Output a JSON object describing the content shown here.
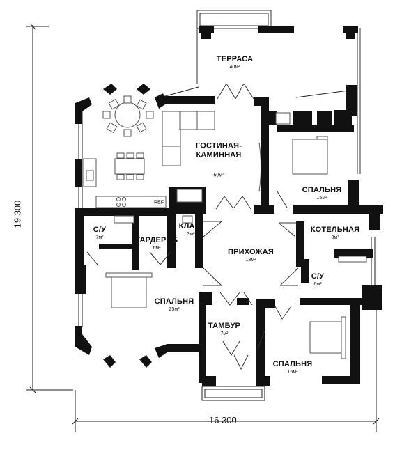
{
  "dimensions": {
    "width_label": "16 300",
    "height_label": "19 300"
  },
  "rooms": [
    {
      "id": "terrace",
      "name": "ТЕРРАСА",
      "area": "40м²"
    },
    {
      "id": "living",
      "name": "ГОСТИНАЯ-\nКАМИННАЯ",
      "area": "50м²"
    },
    {
      "id": "bedroom_ne",
      "name": "СПАЛЬНЯ",
      "area": "15м²"
    },
    {
      "id": "boiler",
      "name": "КОТЕЛЬНАЯ",
      "area": "8м²"
    },
    {
      "id": "wc_left",
      "name": "С/У",
      "area": "7м²"
    },
    {
      "id": "wardrobe",
      "name": "ГАРДЕРОБ",
      "area": "6м²"
    },
    {
      "id": "storage",
      "name": "КЛАД.",
      "area": "3м²"
    },
    {
      "id": "hall",
      "name": "ПРИХОЖАЯ",
      "area": "18м²"
    },
    {
      "id": "wc_right",
      "name": "С/У",
      "area": "6м²"
    },
    {
      "id": "bedroom_w",
      "name": "СПАЛЬНЯ",
      "area": "25м²"
    },
    {
      "id": "vestibule",
      "name": "ТАМБУР",
      "area": "7м²"
    },
    {
      "id": "bedroom_se",
      "name": "СПАЛЬНЯ",
      "area": "15м²"
    }
  ],
  "fixtures": {
    "ref_label": "REF"
  }
}
